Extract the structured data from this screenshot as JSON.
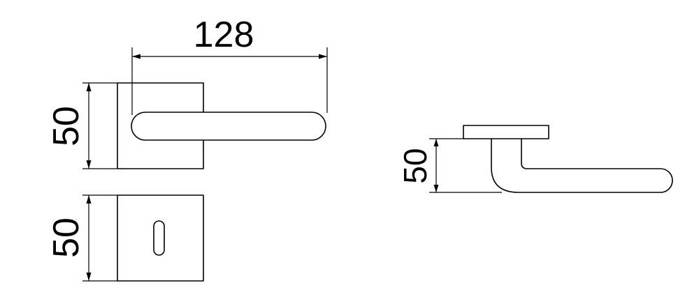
{
  "dimensions": {
    "handle_length": "128",
    "rose_height": "50",
    "escutcheon_height": "50",
    "side_height": "50"
  },
  "colors": {
    "line": "#000000",
    "background": "#ffffff"
  }
}
